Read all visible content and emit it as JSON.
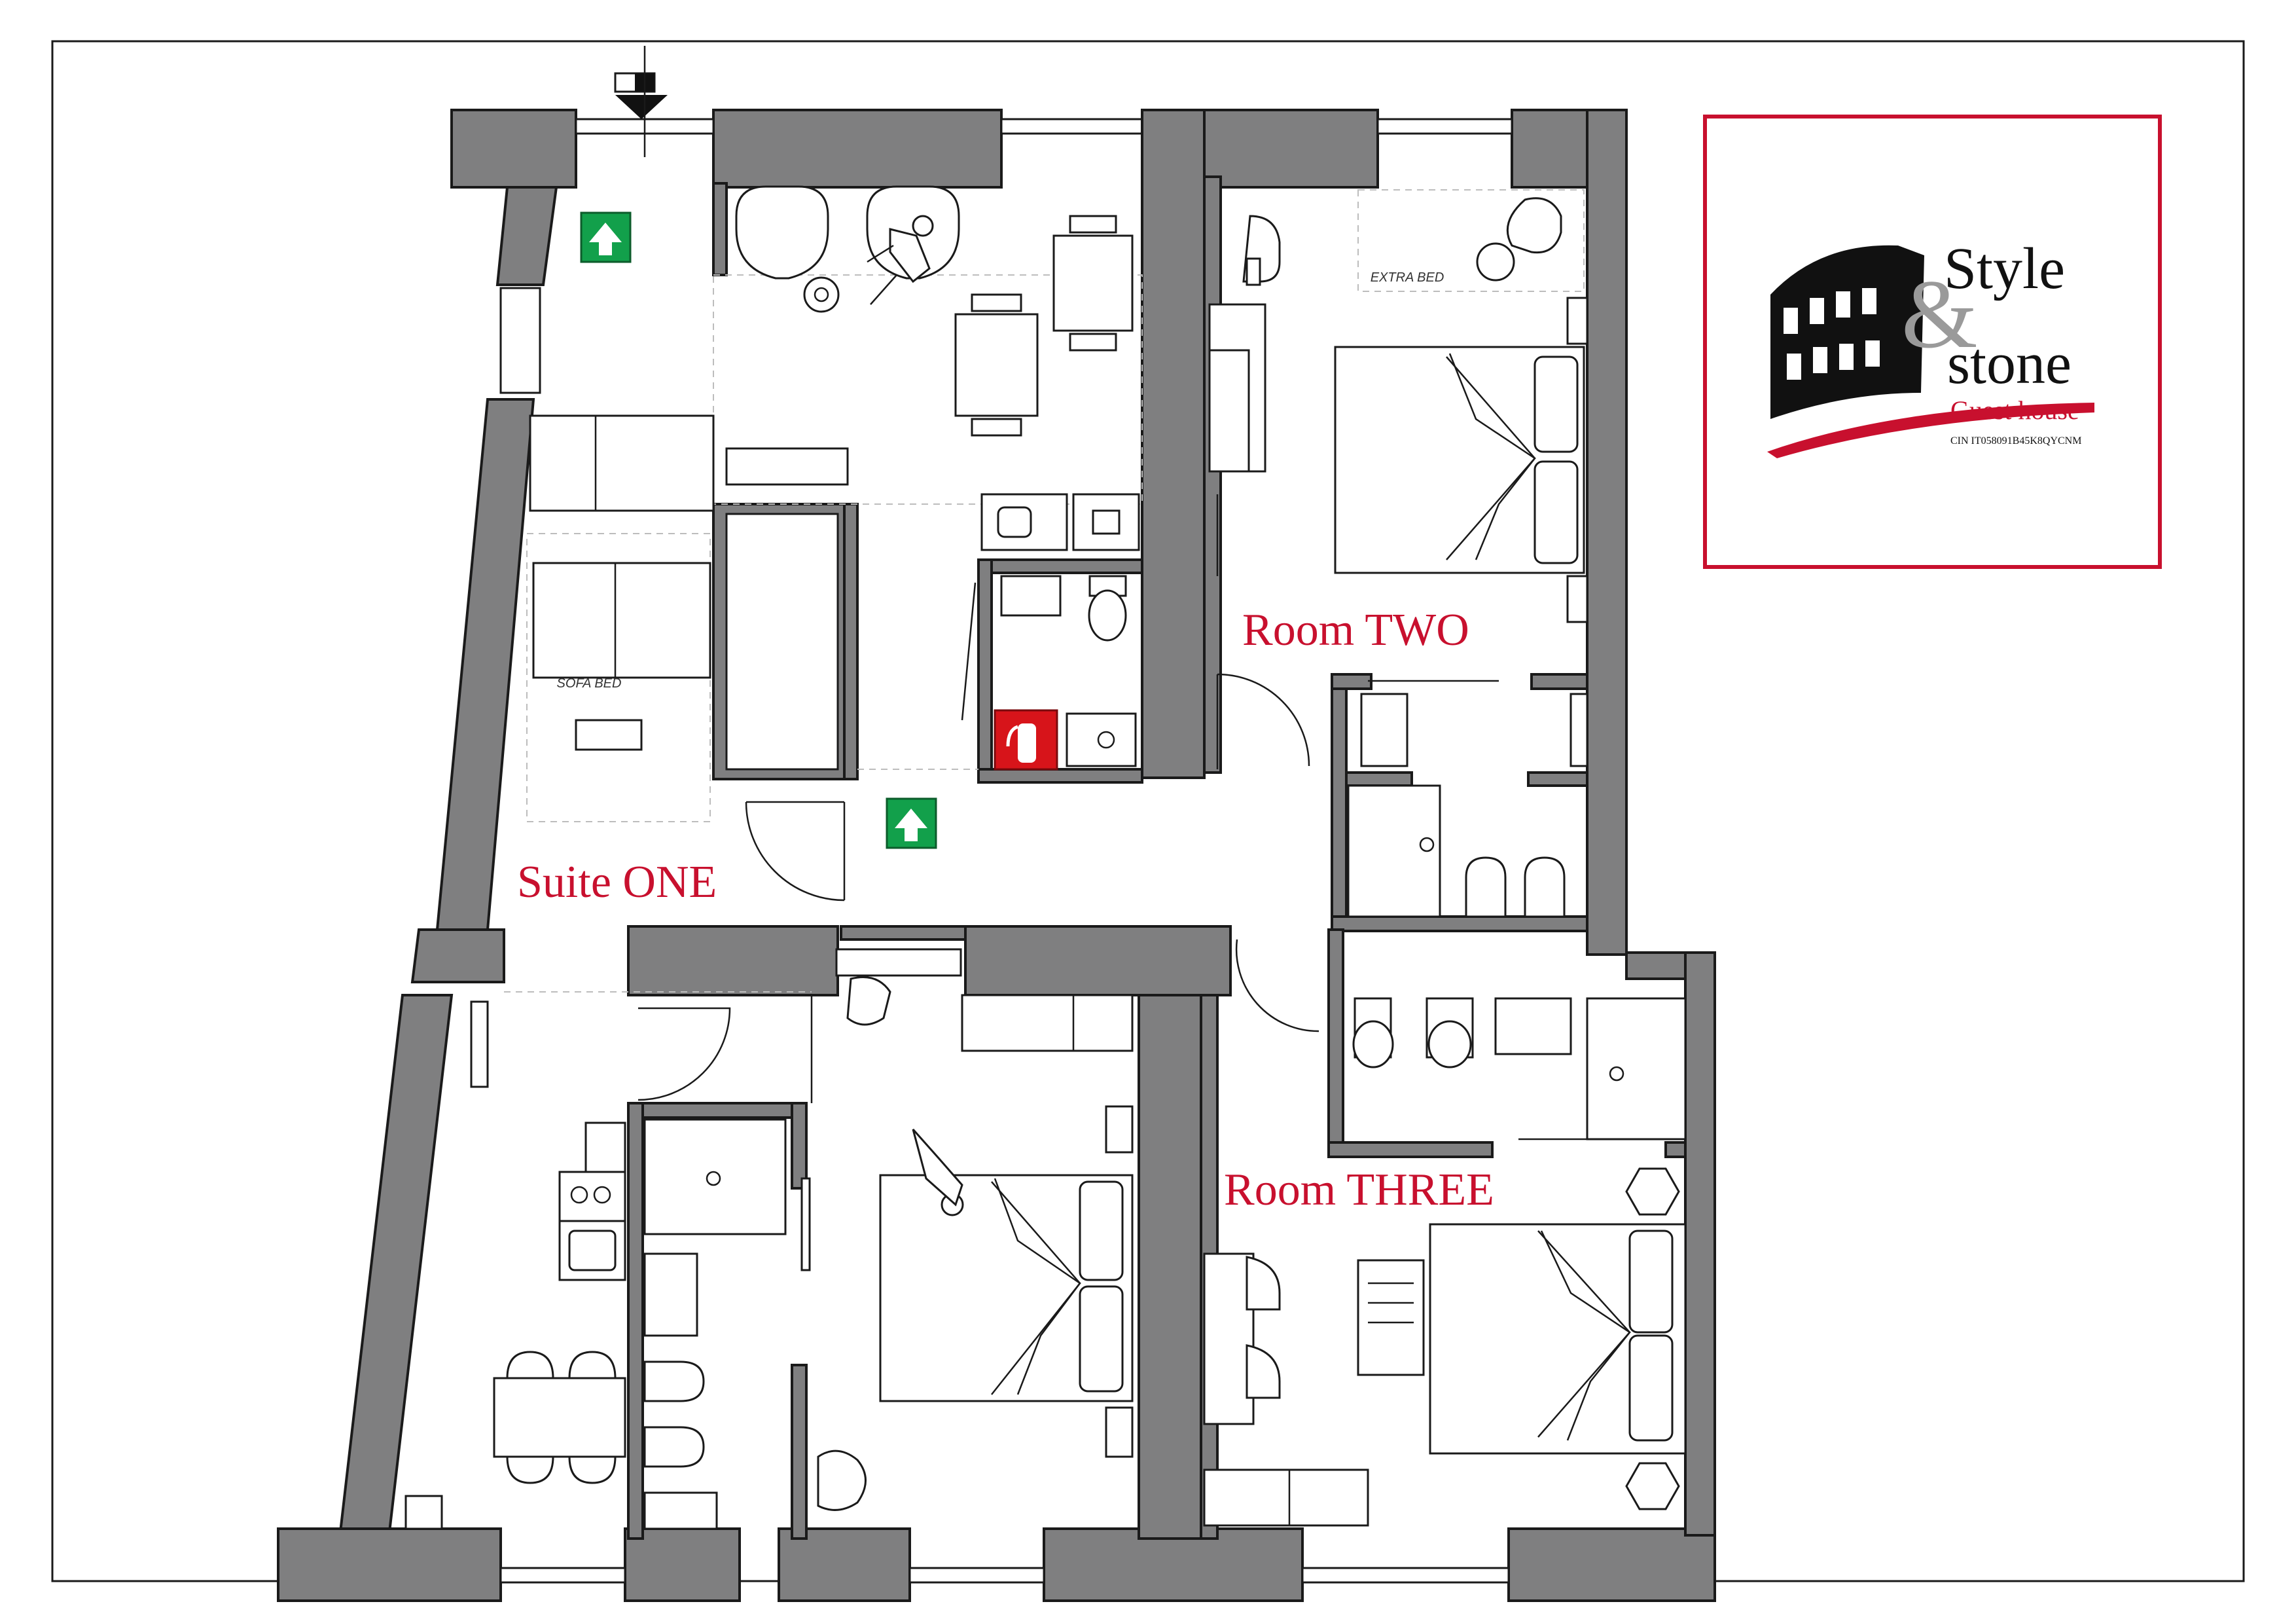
{
  "rooms": {
    "suite_one": "Suite ONE",
    "room_two": "Room TWO",
    "room_three": "Room THREE"
  },
  "labels": {
    "sofa_bed": "SOFA BED",
    "extra_bed": "EXTRA BED"
  },
  "logo": {
    "line1": "Style",
    "ampersand": "&",
    "line2": "stone",
    "subtitle": "Guest house",
    "code": "CIN IT058091B45K8QYCNM"
  },
  "colors": {
    "wall": "#7f7f80",
    "accent": "#c8102e",
    "exit_sign": "#12a04b",
    "extinguisher_sign": "#d7141a"
  },
  "icons": [
    "emergency-exit-icon",
    "fire-extinguisher-icon",
    "colosseum-icon",
    "staircase-icon"
  ]
}
